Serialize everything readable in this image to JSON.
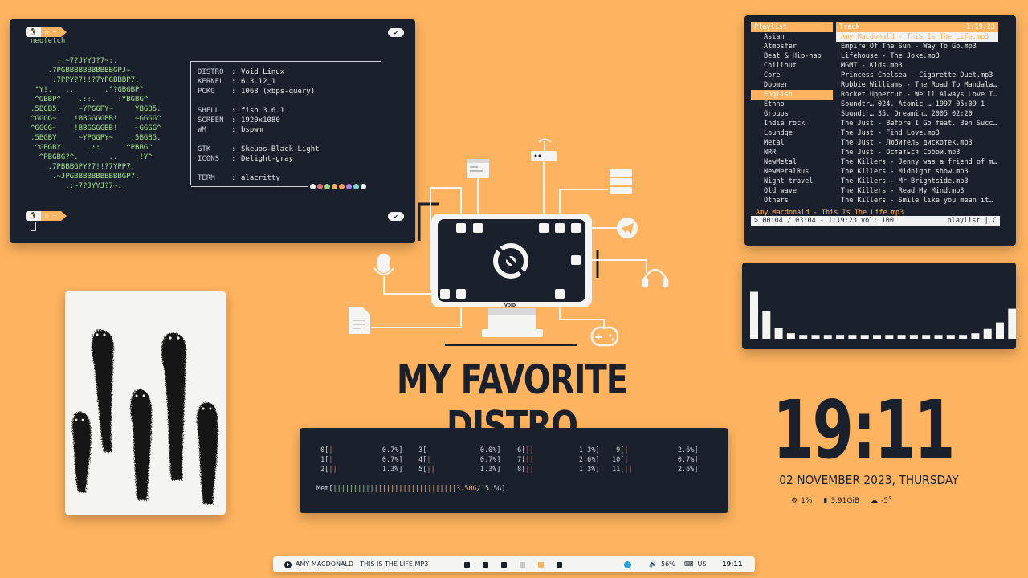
{
  "terminal": {
    "prompt_icon": "tux-icon",
    "prompt_dir": "~",
    "command": "neofetch",
    "check": "✔",
    "ascii_art": "      .:~7?JYYJ?7~:.\n    .?PGBBBBBBBBBBBGPJ~.\n     .7PPY?7!!?7YPGBBBP7.\n ^Y!.   ..       .^?GBGBP^\n ^GBBP^    .::.     :YBGBG^\n.5BGB5.    ~YPGGPY~     YBGB5.\n^GGGG~    !BBGGGGBB!    ~GGGG^\n^GGGG~    !BBGGGGBB!    ~GGGG^\n.5BGBY     ~YPGGPY~    .5BGB5.\n ^GBGBY:     .::.     ^PBBG^\n  ^PBGBG?^.       ..    .!Y^\n    .7PBBBGPY?7!!?7YPP7.\n     .~JPGBBBBBBBBBBBGP?.\n        .:~7?JYYJ?7~:.",
    "info": [
      {
        "key": "DISTRO",
        "value": "Void Linux"
      },
      {
        "key": "KERNEL",
        "value": "6.3.12_1"
      },
      {
        "key": "PCKG",
        "value": "1068 (xbps-query)"
      },
      {
        "key": "",
        "value": ""
      },
      {
        "key": "SHELL",
        "value": "fish 3.6.1"
      },
      {
        "key": "SCREEN",
        "value": "1920x1080"
      },
      {
        "key": "WM",
        "value": "bspwm"
      },
      {
        "key": "",
        "value": ""
      },
      {
        "key": "GTK",
        "value": "Skeuos-Black-Light"
      },
      {
        "key": "ICONS",
        "value": "Delight-gray"
      },
      {
        "key": "",
        "value": ""
      },
      {
        "key": "TERM",
        "value": "alacritty"
      }
    ],
    "palette": [
      "#f2f2f2",
      "#e06c75",
      "#9fd58a",
      "#fdb35f",
      "#f6a04d",
      "#b07ee6",
      "#7fd4d4",
      "#f2f2f2"
    ]
  },
  "music": {
    "playlist_header": "Playlist",
    "track_header": "Track",
    "total_time": "1:19:23",
    "playlists": [
      "Asian",
      "Atmosfer",
      "Beat & Hip-hap",
      "Chillout",
      "Core",
      "Doomer",
      "English",
      "Ethno",
      "Groups",
      "Indie rock",
      "Loundge",
      "Metal",
      "NRR",
      "NewMetal",
      "NewMetalRus",
      "Night travel",
      "Old wave",
      "Others"
    ],
    "selected_playlist": "English",
    "tracks": [
      "Amy Macdonald - This Is The Life.mp3",
      "Empire Of The Sun - Way To Go.mp3",
      "Lifehouse - The Joke.mp3",
      "MGMT - Kids.mp3",
      "Princess Chelsea - Cigarette Duet.mp3",
      "Robbie Williams - The Road To Mandala…",
      "Rocket Uppercut - We ll Always Love T…",
      "Soundtr… 024. Atomic … 1997 05:09   1",
      "Soundtr…  35. Dreamin… 2005 02:20",
      "The Just - Before I Go feat. Ben Succ…",
      "The Just - Find Love.mp3",
      "The Just - Любитель дискотек.mp3",
      "The Just - Остаться Собой.mp3",
      "The Killers - Jenny was a friend of m…",
      "The Killers - Midnight show.mp3",
      "The Killers - Mr Brightside.mp3",
      "The Killers - Read My Mind.mp3",
      "The Killers - Smile like you mean it…"
    ],
    "now_playing": "Amy Macdonald - This Is The Life.mp3",
    "status_left": "> 00:04 / 03:04 - 1:19:23 vol: 100",
    "status_right": "playlist | C"
  },
  "visualizer": {
    "levels": [
      0.86,
      0.5,
      0.2,
      0.1,
      0.07,
      0.07,
      0.07,
      0.07,
      0.07,
      0.07,
      0.07,
      0.07,
      0.07,
      0.07,
      0.07,
      0.07,
      0.07,
      0.07,
      0.1,
      0.18,
      0.3,
      0.55
    ]
  },
  "illustration": {
    "logo_text": "VOID"
  },
  "title": "MY FAVORITE DISTRO",
  "htop": {
    "cpus": [
      {
        "id": "0",
        "bar": "|",
        "pct": "0.7%"
      },
      {
        "id": "1",
        "bar": "|",
        "pct": "0.7%"
      },
      {
        "id": "2",
        "bar": "||",
        "pct": "1.3%"
      },
      {
        "id": "3",
        "bar": "",
        "pct": "0.0%"
      },
      {
        "id": "4",
        "bar": "|",
        "pct": "0.7%"
      },
      {
        "id": "5",
        "bar": "||",
        "pct": "1.3%"
      },
      {
        "id": "6",
        "bar": "||",
        "pct": "1.3%"
      },
      {
        "id": "7",
        "bar": "||",
        "pct": "2.6%"
      },
      {
        "id": "8",
        "bar": "||",
        "pct": "1.3%"
      },
      {
        "id": "9",
        "bar": "|",
        "pct": "2.6%"
      },
      {
        "id": "10",
        "bar": "|",
        "pct": "0.7%"
      },
      {
        "id": "11",
        "bar": "||",
        "pct": "2.6%"
      }
    ],
    "mem_label": "Mem",
    "mem_value": "3.50G",
    "mem_total": "15.5G"
  },
  "clock": {
    "time": "19:11",
    "date": "02 NOVEMBER 2023, THURSDAY",
    "cpu": "1%",
    "ram": "3.91GiB",
    "weather": "-5˚"
  },
  "bar": {
    "song": "AMY MACDONALD - THIS IS THE LIFE.MP3",
    "volume": "56%",
    "layout": "US",
    "time": "19:11"
  }
}
